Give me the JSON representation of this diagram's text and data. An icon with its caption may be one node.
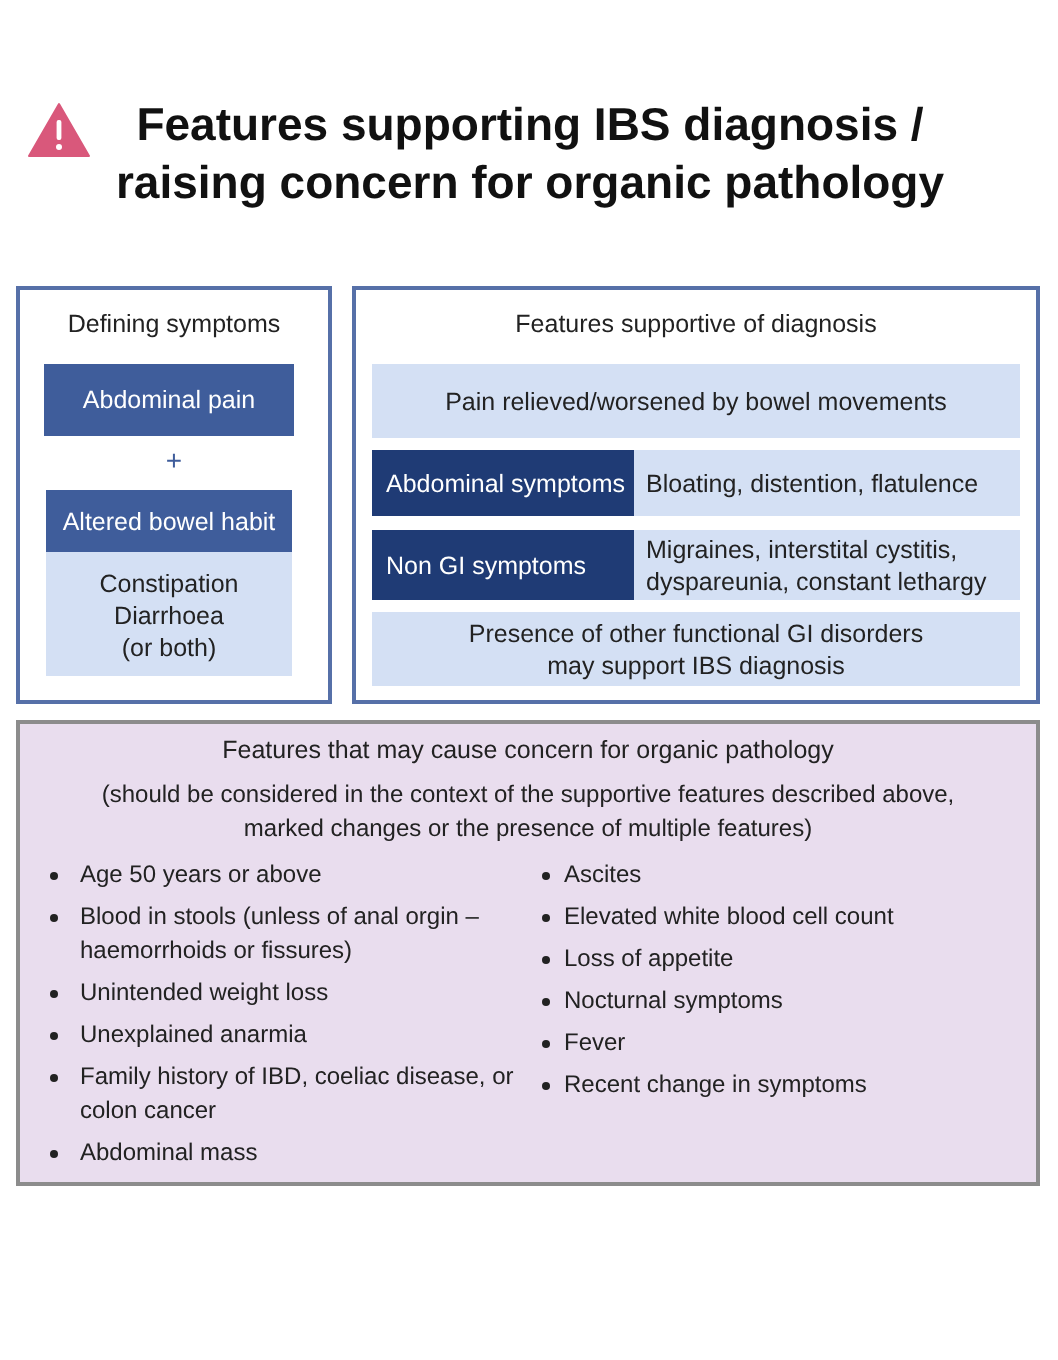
{
  "diagram": {
    "title": "Features supporting IBS diagnosis / raising concern for organic pathology",
    "nodes": [
      {
        "text": [
          "Defining symptoms"
        ]
      },
      {
        "text": [
          "Abdominal pain"
        ],
        "in": 0
      },
      {
        "text": [
          "Altered bowel habit",
          "Constipation Diarrhoea (or both)"
        ],
        "in": 0
      },
      {
        "text": [
          "Features supportive of diagnosis"
        ]
      },
      {
        "text": [
          "Pain relieved/worsened by bowel movements"
        ],
        "in": 3
      },
      {
        "text": [
          "Abdominal symptoms",
          "Bloating, distention, flatulence"
        ],
        "in": 3
      },
      {
        "text": [
          "Non GI symptoms",
          "Migraines, interstital cystitis, dyspareunia, constant lethargy"
        ],
        "in": 3
      },
      {
        "text": [
          "Presence of other functional GI disorders may support IBS diagnosis"
        ],
        "in": 3
      },
      {
        "text": [
          "Features that may cause concern for organic pathology",
          "(should be considered in the context of the supportive features described above, marked changes or the presence of multiple features)",
          "Age 50 years or above",
          "Blood in stools (unless of anal orgin – haemorrhoids or fissures)",
          "Unintended weight loss",
          "Unexplained anarmia",
          "Family history of IBD, coeliac disease, or colon cancer",
          "Abdominal mass",
          "Ascites",
          "Elevated white blood cell count",
          "Loss of appetite",
          "Nocturnal symptoms",
          "Fever",
          "Recent change in symptoms"
        ]
      }
    ],
    "labels": [
      "+"
    ]
  }
}
